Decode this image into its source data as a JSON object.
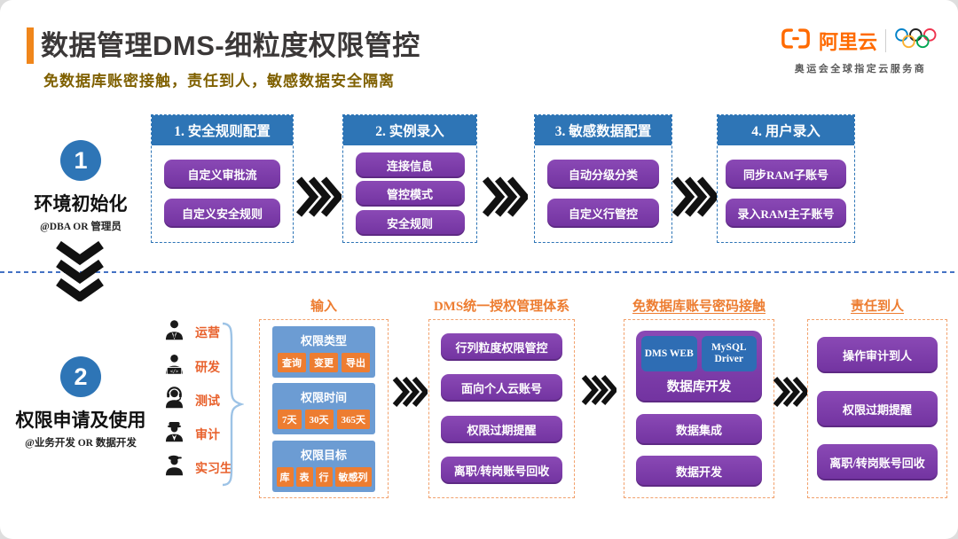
{
  "header": {
    "title": "数据管理DMS-细粒度权限管控",
    "subtitle": "免数据库账密接触，责任到人，敏感数据安全隔离"
  },
  "logo": {
    "brand": "阿里云",
    "tagline": "奥运会全球指定云服务商"
  },
  "stage1": {
    "number": "1",
    "label": "环境初始化",
    "sublabel": "@DBA OR 管理员",
    "steps": [
      {
        "title": "1. 安全规则配置",
        "items": [
          "自定义审批流",
          "自定义安全规则"
        ]
      },
      {
        "title": "2. 实例录入",
        "items": [
          "连接信息",
          "管控模式",
          "安全规则"
        ]
      },
      {
        "title": "3. 敏感数据配置",
        "items": [
          "自动分级分类",
          "自定义行管控"
        ]
      },
      {
        "title": "4. 用户录入",
        "items": [
          "同步RAM子账号",
          "录入RAM主子账号"
        ]
      }
    ]
  },
  "stage2": {
    "number": "2",
    "label": "权限申请及使用",
    "sublabel": "@业务开发 OR 数据开发",
    "roles": [
      "运营",
      "研发",
      "测试",
      "审计",
      "实习生"
    ],
    "input": {
      "header": "输入",
      "groups": [
        {
          "title": "权限类型",
          "chips": [
            "查询",
            "变更",
            "导出"
          ]
        },
        {
          "title": "权限时间",
          "chips": [
            "7天",
            "30天",
            "365天"
          ]
        },
        {
          "title": "权限目标",
          "chips": [
            "库",
            "表",
            "行",
            "敏感列"
          ]
        }
      ]
    },
    "dms": {
      "header": "DMS统一授权管理体系",
      "items": [
        "行列粒度权限管控",
        "面向个人云账号",
        "权限过期提醒",
        "离职/转岗账号回收"
      ]
    },
    "nopass": {
      "header": "免数据库账号密码接触",
      "clients": [
        "DMS WEB",
        "MySQL Driver"
      ],
      "client_label": "数据库开发",
      "items": [
        "数据集成",
        "数据开发"
      ]
    },
    "accountability": {
      "header": "责任到人",
      "items": [
        "操作审计到人",
        "权限过期提醒",
        "离职/转岗账号回收"
      ]
    }
  },
  "colors": {
    "accent_orange": "#ED7D31",
    "alibaba_orange": "#FF6A00",
    "step_blue": "#2E75B6",
    "purple": "#7A3BA5",
    "panel_blue": "#6C9CD3",
    "subtitle_brown": "#7F6000",
    "divider_blue": "#4472C4"
  }
}
